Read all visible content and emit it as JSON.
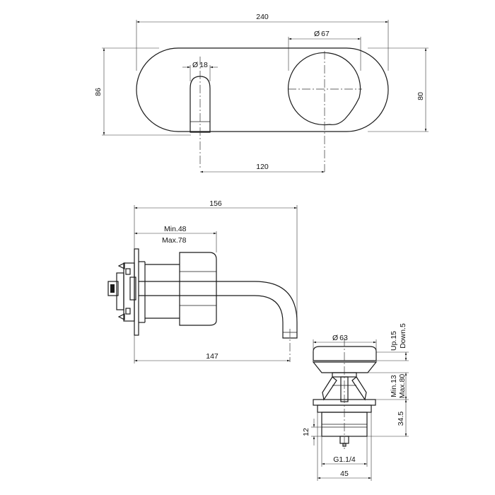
{
  "drawing": {
    "top_view": {
      "width_label": "240",
      "left_height_label": "86",
      "right_height_label": "80",
      "spout_diameter_label": "18",
      "handle_diameter_label": "67",
      "center_distance_label": "120"
    },
    "side_view": {
      "total_length_label": "156",
      "min_depth_label": "Min.48",
      "max_depth_label": "Max.78",
      "spout_reach_label": "147"
    },
    "drain_view": {
      "cap_diameter_label": "63",
      "up_label": "Up.15",
      "down_label": "Down.5",
      "min_label": "Min.13",
      "max_label": "Max.80",
      "body_height_label": "34.5",
      "thread_height_label": "12",
      "thread_label": "G1.1/4",
      "thread_width_label": "45"
    },
    "diameter_symbol": "Ø"
  }
}
